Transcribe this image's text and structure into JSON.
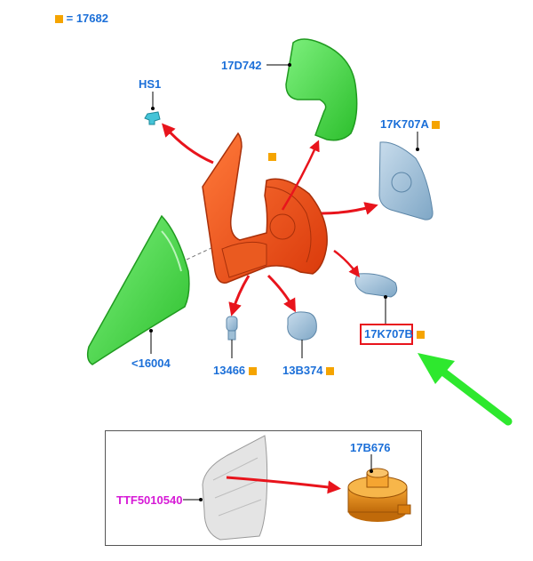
{
  "legend": {
    "text": "= 17682",
    "marker_color": "#f5a400"
  },
  "parts": {
    "p17D742": "17D742",
    "hs1": "HS1",
    "p17K707A": "17K707A",
    "p16004": "<16004",
    "p13466": "13466",
    "p13B374": "13B374",
    "p17K707B": "17K707B",
    "p17B676": "17B676",
    "ttf": "TTF5010540"
  },
  "colors": {
    "part_label": "#1b6fd8",
    "kit_label": "#d61ad6",
    "arrow_red": "#e8141c",
    "arrow_green": "#2ee82e",
    "highlight_box": "#e8141c",
    "marker": "#f5a400"
  }
}
